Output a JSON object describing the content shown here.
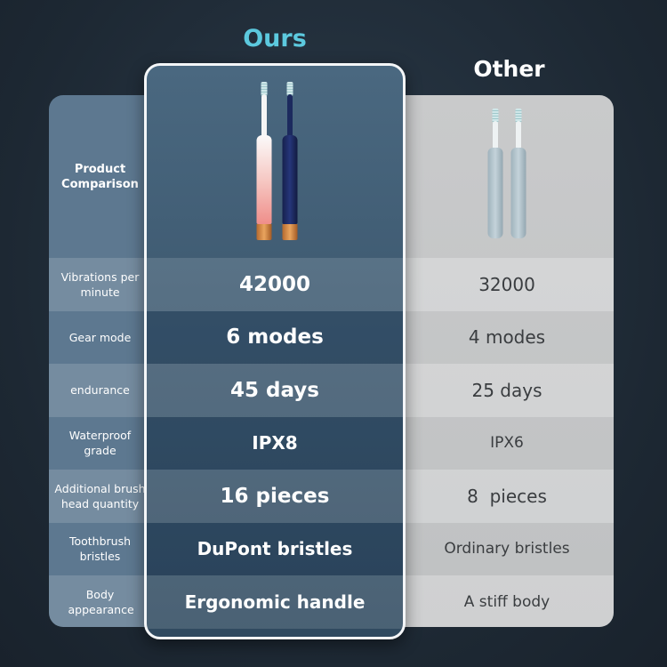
{
  "titles": {
    "ours": "Ours",
    "other": "Other"
  },
  "header_label": "Product Comparison",
  "colors": {
    "accent": "#5cc9de",
    "background": "#1d2833"
  },
  "rows": [
    {
      "label": "Vibrations per minute",
      "ours": "42000",
      "other": "32000"
    },
    {
      "label": "Gear mode",
      "ours": "6 modes",
      "other": "4 modes"
    },
    {
      "label": "endurance",
      "ours": "45 days",
      "other": "25 days"
    },
    {
      "label": "Waterproof grade",
      "ours": "IPX8",
      "other": "IPX6"
    },
    {
      "label": "Additional brush head quantity",
      "ours": "16 pieces",
      "other": "8  pieces"
    },
    {
      "label": "Toothbrush bristles",
      "ours": "DuPont bristles",
      "other": "Ordinary bristles"
    },
    {
      "label": "Body appearance",
      "ours": "Ergonomic handle",
      "other": "A stiff body"
    }
  ]
}
